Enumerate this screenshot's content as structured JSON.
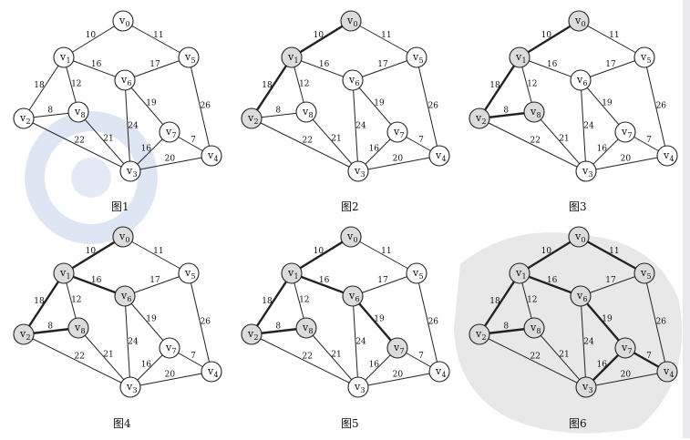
{
  "colors": {
    "stroke": "#222222",
    "node_fill": "#ffffff",
    "node_shaded": "#dcdcdc"
  },
  "panels": [
    {
      "caption": "图1",
      "bold": [],
      "shaded": []
    },
    {
      "caption": "图2",
      "bold": [
        [
          0,
          1
        ],
        [
          1,
          2
        ]
      ],
      "shaded": [
        0,
        1,
        2
      ]
    },
    {
      "caption": "图3",
      "bold": [
        [
          0,
          1
        ],
        [
          1,
          2
        ],
        [
          2,
          8
        ]
      ],
      "shaded": [
        0,
        1,
        2,
        8
      ]
    },
    {
      "caption": "图4",
      "bold": [
        [
          0,
          1
        ],
        [
          1,
          2
        ],
        [
          2,
          8
        ],
        [
          1,
          6
        ]
      ],
      "shaded": [
        0,
        1,
        2,
        8,
        6
      ]
    },
    {
      "caption": "图5",
      "bold": [
        [
          0,
          1
        ],
        [
          1,
          2
        ],
        [
          2,
          8
        ],
        [
          1,
          6
        ],
        [
          6,
          7
        ]
      ],
      "shaded": [
        0,
        1,
        2,
        8,
        6,
        7
      ]
    },
    {
      "caption": "图6",
      "bold": [
        [
          0,
          1
        ],
        [
          1,
          2
        ],
        [
          2,
          8
        ],
        [
          1,
          6
        ],
        [
          6,
          7
        ],
        [
          7,
          4
        ],
        [
          7,
          3
        ],
        [
          0,
          5
        ]
      ],
      "shaded": [
        0,
        1,
        2,
        3,
        4,
        5,
        6,
        7,
        8
      ]
    }
  ],
  "nodes": [
    {
      "id": 0,
      "label": "v",
      "sub": "0"
    },
    {
      "id": 1,
      "label": "v",
      "sub": "1"
    },
    {
      "id": 2,
      "label": "v",
      "sub": "2"
    },
    {
      "id": 3,
      "label": "v",
      "sub": "3"
    },
    {
      "id": 4,
      "label": "v",
      "sub": "4"
    },
    {
      "id": 5,
      "label": "v",
      "sub": "5"
    },
    {
      "id": 6,
      "label": "v",
      "sub": "6"
    },
    {
      "id": 7,
      "label": "v",
      "sub": "7"
    },
    {
      "id": 8,
      "label": "v",
      "sub": "8"
    }
  ],
  "edges": [
    {
      "a": 0,
      "b": 1,
      "w": "10"
    },
    {
      "a": 0,
      "b": 5,
      "w": "11"
    },
    {
      "a": 1,
      "b": 6,
      "w": "16"
    },
    {
      "a": 6,
      "b": 5,
      "w": "17"
    },
    {
      "a": 1,
      "b": 2,
      "w": "18"
    },
    {
      "a": 1,
      "b": 8,
      "w": "12"
    },
    {
      "a": 2,
      "b": 8,
      "w": "8"
    },
    {
      "a": 6,
      "b": 7,
      "w": "19"
    },
    {
      "a": 6,
      "b": 3,
      "w": "24"
    },
    {
      "a": 5,
      "b": 4,
      "w": "26"
    },
    {
      "a": 8,
      "b": 3,
      "w": "21"
    },
    {
      "a": 2,
      "b": 3,
      "w": "22"
    },
    {
      "a": 7,
      "b": 3,
      "w": "16"
    },
    {
      "a": 7,
      "b": 4,
      "w": "7"
    },
    {
      "a": 3,
      "b": 4,
      "w": "20"
    }
  ]
}
